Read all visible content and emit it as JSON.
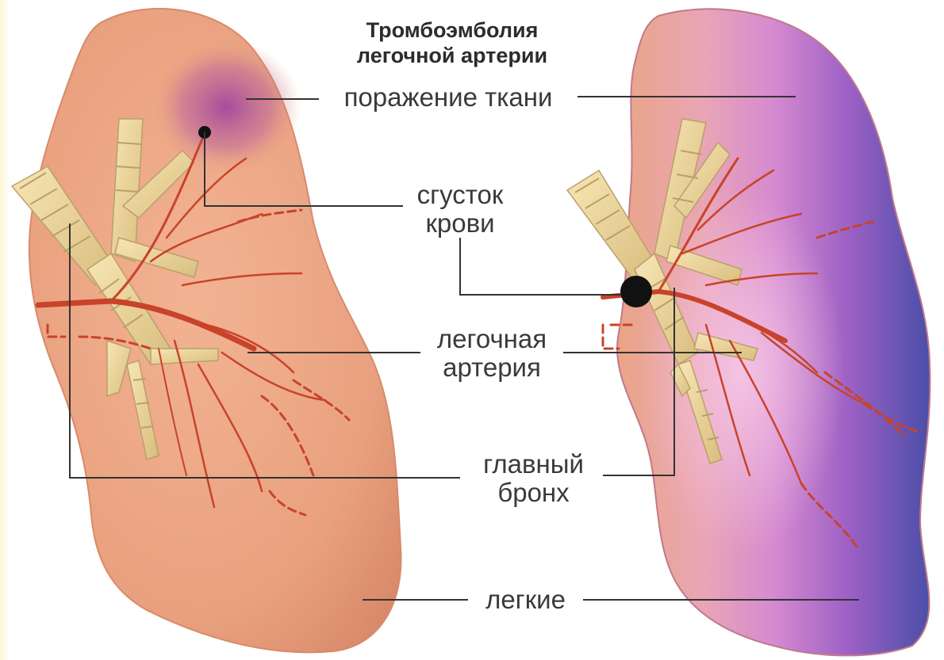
{
  "title": {
    "line1": "Тромбоэмболия",
    "line2": "легочной артерии"
  },
  "labels": {
    "tissue_damage": "поражение ткани",
    "blood_clot_line1": "сгусток",
    "blood_clot_line2": "крови",
    "pulmonary_artery_line1": "легочная",
    "pulmonary_artery_line2": "артерия",
    "main_bronchus_line1": "главный",
    "main_bronchus_line2": "бронх",
    "lungs": "легкие"
  },
  "colors": {
    "lung_tissue": "#e9a17f",
    "lung_edge": "#d98a6a",
    "damage_purple": "#8a3f9c",
    "damage_blue": "#4a4fa8",
    "artery_red": "#c8432a",
    "bronchus_cream": "#f1dca0",
    "bronchus_shadow": "#b9a06a",
    "clot_black": "#111111",
    "leader_line": "#333333"
  }
}
